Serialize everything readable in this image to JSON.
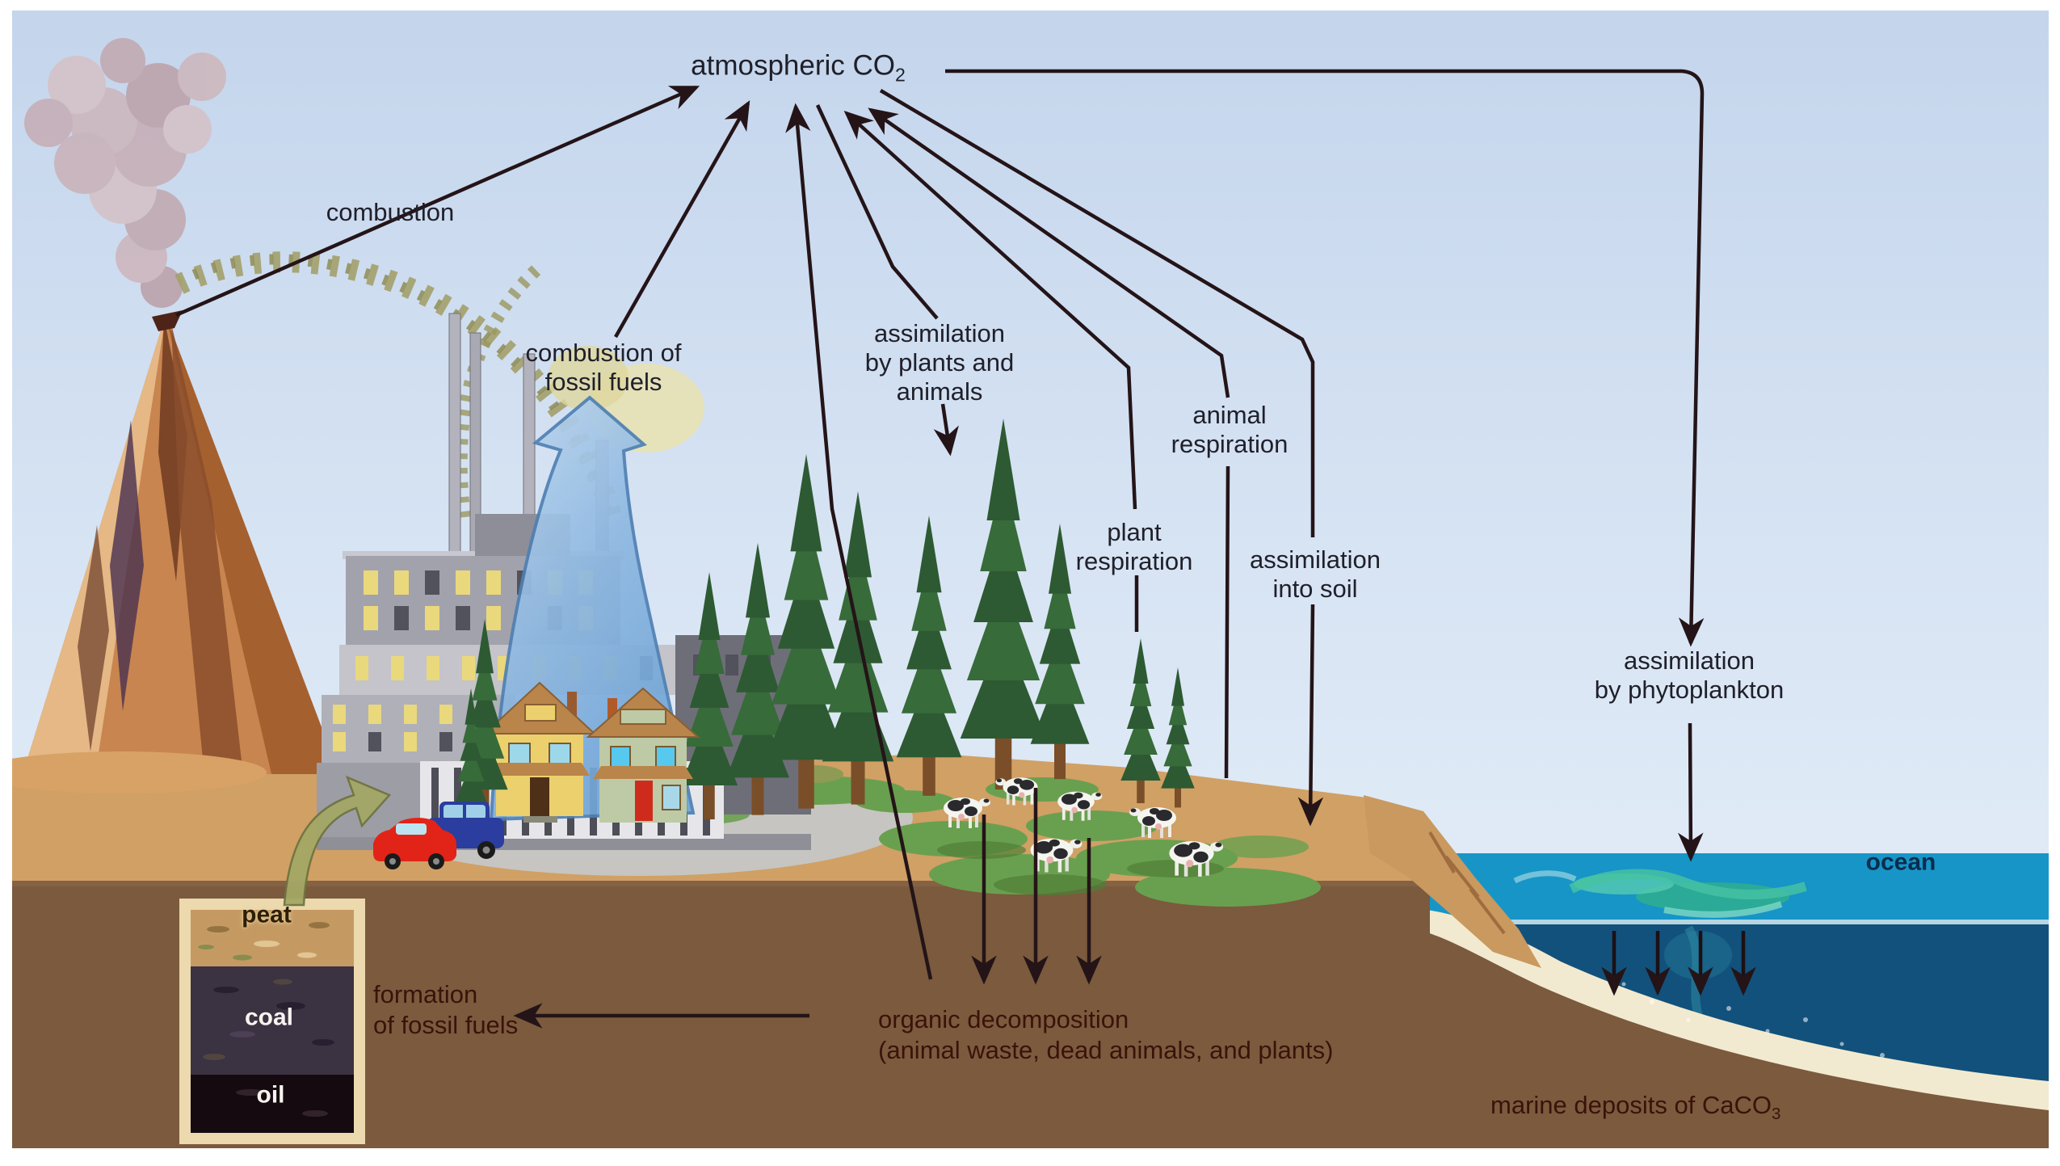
{
  "figure": {
    "type": "diagram",
    "subject": "the carbon cycle"
  },
  "labels": {
    "atmospheric_co2": {
      "text": "atmospheric CO",
      "sub": "2"
    },
    "combustion": {
      "text": "combustion"
    },
    "combustion_fossil_fuels": {
      "line1": "combustion of",
      "line2": "fossil fuels"
    },
    "assimilation_plants_animals": {
      "line1": "assimilation",
      "line2": "by plants and",
      "line3": "animals"
    },
    "animal_respiration": {
      "line1": "animal",
      "line2": "respiration"
    },
    "plant_respiration": {
      "line1": "plant",
      "line2": "respiration"
    },
    "assimilation_into_soil": {
      "line1": "assimilation",
      "line2": "into soil"
    },
    "assimilation_phytoplankton": {
      "line1": "assimilation",
      "line2": "by phytoplankton"
    },
    "ocean": {
      "text": "ocean"
    },
    "peat": {
      "text": "peat"
    },
    "coal": {
      "text": "coal"
    },
    "oil": {
      "text": "oil"
    },
    "formation_fossil_fuels": {
      "line1": "formation",
      "line2": "of fossil fuels"
    },
    "organic_decomposition": {
      "line1": "organic decomposition",
      "line2": "(animal waste, dead animals, and plants)"
    },
    "marine_deposits": {
      "text": "marine deposits of CaCO",
      "sub": "3"
    }
  },
  "flows": {
    "arrows_into_atmosphere": [
      "combustion",
      "combustion of fossil fuels",
      "organic decomposition",
      "plant respiration",
      "animal respiration"
    ],
    "arrows_out_of_atmosphere": [
      "assimilation by plants and animals",
      "assimilation into soil",
      "assimilation by phytoplankton"
    ],
    "underground_arrow": "organic decomposition to formation of fossil fuels",
    "ocean_arrows": "sinking from phytoplankton to marine deposits of CaCO3"
  },
  "deposit_layers": [
    "peat",
    "coal",
    "oil"
  ],
  "colors": {
    "sky_top": "#c4d5ec",
    "sky_bottom": "#e7f0f9",
    "flow_line": "#241418",
    "label_text": "#20202a",
    "soil_label_text": "#3b120b",
    "land_surface": "#d0a065",
    "subsoil": "#7b5a3d",
    "ocean_surface": "#1795c7",
    "ocean_deep": "#12517b",
    "phytoplankton": "#45c2a2",
    "caco3_deposit": "#f2ead0",
    "big_co2_arrow": "#8fb9e2",
    "volcano": "#c9854f",
    "smoke": "#cdb9c0",
    "factory": "#a2a2ac",
    "house_yellow": "#ecd06e",
    "house_green": "#becaa6",
    "car_red": "#e22418",
    "car_blue": "#2b3d9e",
    "tree_green": "#2d5a32",
    "peat_layer": "#c59a62",
    "coal_layer": "#3b3242",
    "oil_layer": "#140a10",
    "deposit_frame": "#ecd9ae",
    "extraction_arrow": "#a4a766"
  }
}
